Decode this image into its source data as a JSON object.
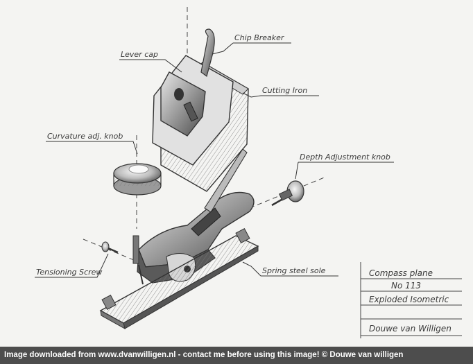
{
  "labels": {
    "lever_cap": "Lever cap",
    "chip_breaker": "Chip Breaker",
    "cutting_iron": "Cutting Iron",
    "curvature_knob": "Curvature adj. knob",
    "depth_knob": "Depth Adjustment knob",
    "tensioning_screw": "Tensioning Screw",
    "spring_sole": "Spring steel sole"
  },
  "title_block": {
    "line1": "Compass plane",
    "line2": "No 113",
    "line3": "Exploded Isometric",
    "line4": "Douwe van Willigen"
  },
  "footer": {
    "text": "Image downloaded from www.dvanwilligen.nl - contact me before using this image!  © Douwe van willigen"
  },
  "colors": {
    "paper": "#f4f4f2",
    "pencil": "#3a3a3a",
    "footer_bg": "#4d4d4d"
  }
}
